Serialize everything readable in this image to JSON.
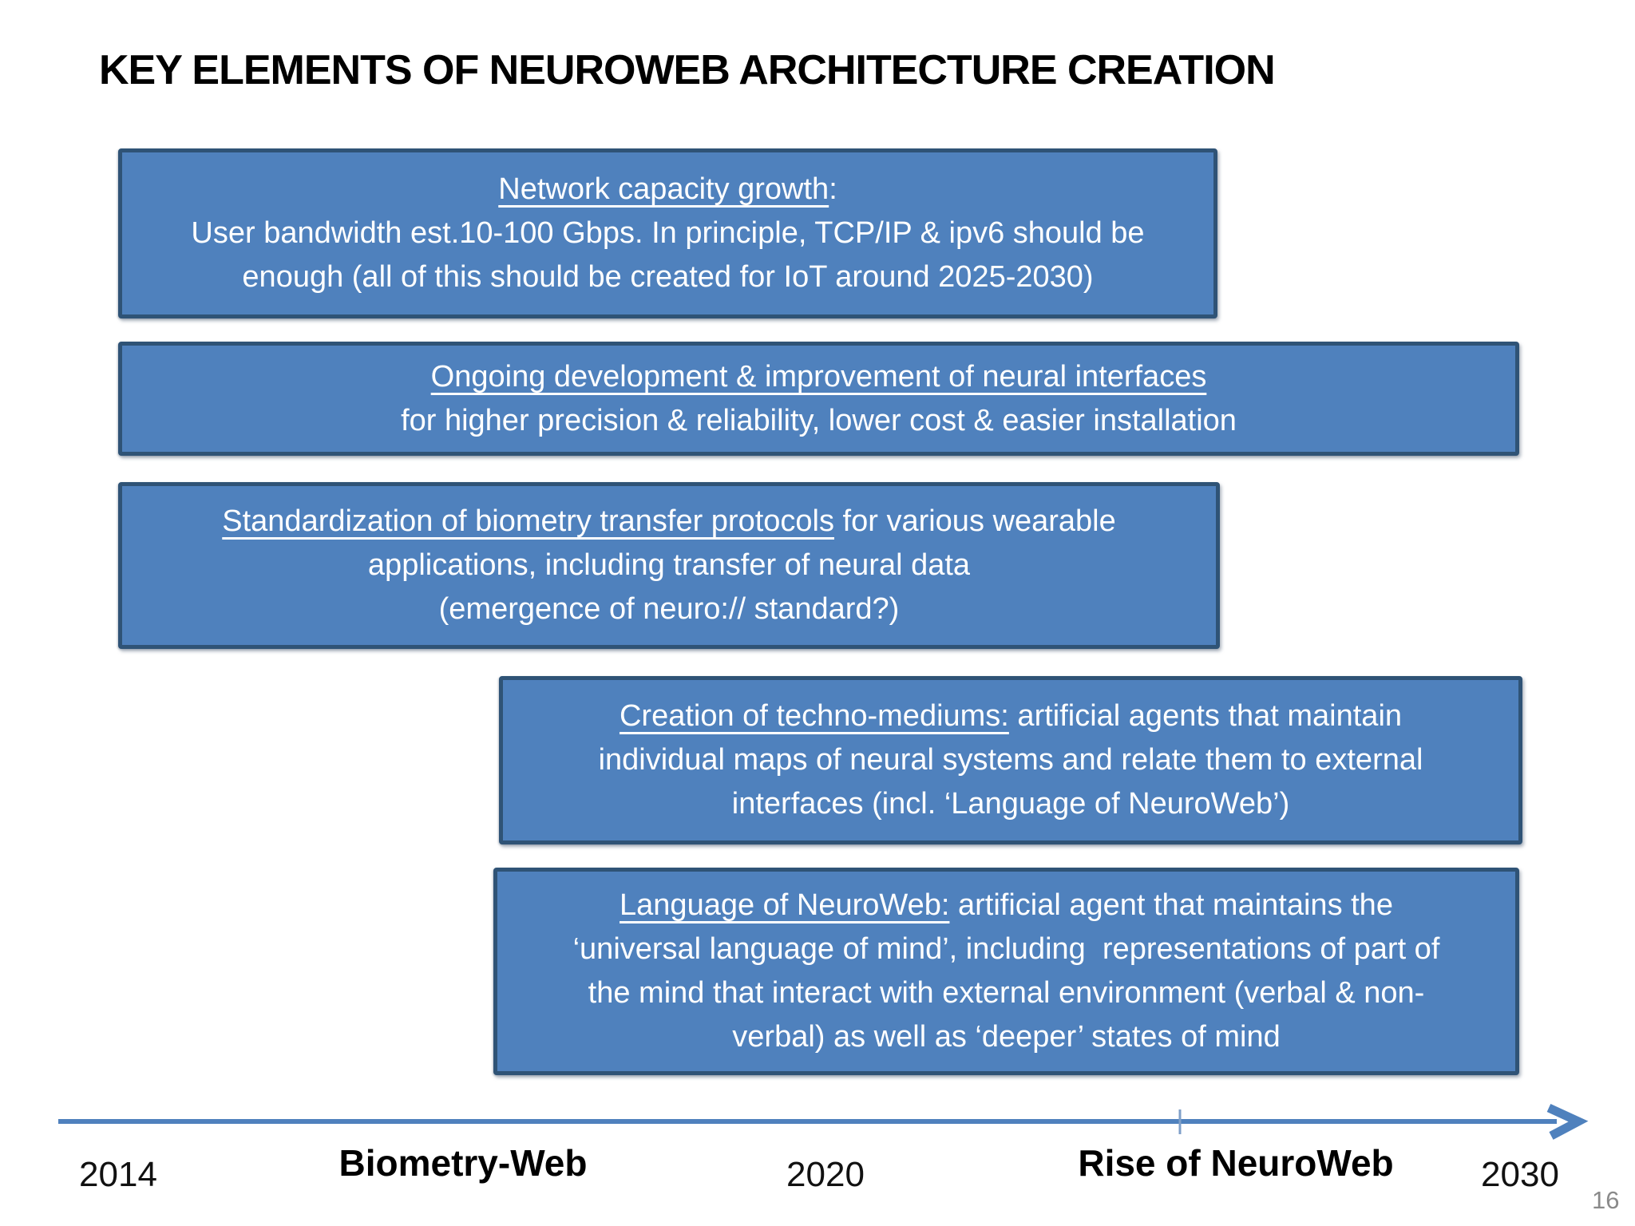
{
  "title": "KEY ELEMENTS OF NEUROWEB ARCHITECTURE CREATION",
  "page_number": "16",
  "colors": {
    "box_fill": "#4f81bd",
    "box_border": "#2f5376",
    "box_text": "#ffffff",
    "axis_line": "#4f81bd",
    "axis_tick": "#7f9fc8",
    "title_text": "#000000",
    "page_number": "#8a8a8a"
  },
  "boxes": [
    {
      "id": "network-capacity-growth",
      "lines": [
        [
          {
            "t": "Network capacity growth",
            "u": true
          },
          {
            "t": ":",
            "u": false
          }
        ],
        [
          {
            "t": "User bandwidth est.10-100 Gbps. In principle, TCP/IP & ipv6 should be",
            "u": false
          }
        ],
        [
          {
            "t": "enough (all of this should be created for IoT around 2025-2030)",
            "u": false
          }
        ]
      ]
    },
    {
      "id": "neural-interfaces-development",
      "lines": [
        [
          {
            "t": "Ongoing development & improvement of neural interfaces",
            "u": true
          }
        ],
        [
          {
            "t": "for higher precision & reliability, lower cost & easier installation",
            "u": false
          }
        ]
      ]
    },
    {
      "id": "biometry-transfer-standardization",
      "lines": [
        [
          {
            "t": "Standardization of biometry transfer protocols",
            "u": true
          },
          {
            "t": " for various wearable",
            "u": false
          }
        ],
        [
          {
            "t": "applications, including transfer of neural data",
            "u": false
          }
        ],
        [
          {
            "t": "(emergence of neuro:// standard?)",
            "u": false
          }
        ]
      ]
    },
    {
      "id": "techno-mediums-creation",
      "lines": [
        [
          {
            "t": "Creation of techno-mediums:",
            "u": true
          },
          {
            "t": " artificial agents that maintain",
            "u": false
          }
        ],
        [
          {
            "t": "individual maps of neural systems and relate them to external",
            "u": false
          }
        ],
        [
          {
            "t": "interfaces (incl. ‘Language of NeuroWeb’)",
            "u": false
          }
        ]
      ]
    },
    {
      "id": "language-of-neuroweb",
      "lines": [
        [
          {
            "t": "Language of NeuroWeb:",
            "u": true
          },
          {
            "t": " artificial agent that maintains the",
            "u": false
          }
        ],
        [
          {
            "t": "‘universal language of mind’, including  representations of part of",
            "u": false
          }
        ],
        [
          {
            "t": "the mind that interact with external environment (verbal & non-",
            "u": false
          }
        ],
        [
          {
            "t": "verbal) as well as ‘deeper’ states of mind",
            "u": false
          }
        ]
      ]
    }
  ],
  "timeline": {
    "labels": [
      {
        "text": "2014",
        "bold": false
      },
      {
        "text": "Biometry-Web",
        "bold": true
      },
      {
        "text": "2020",
        "bold": false
      },
      {
        "text": "Rise of NeuroWeb",
        "bold": true
      },
      {
        "text": "2030",
        "bold": false
      }
    ]
  }
}
